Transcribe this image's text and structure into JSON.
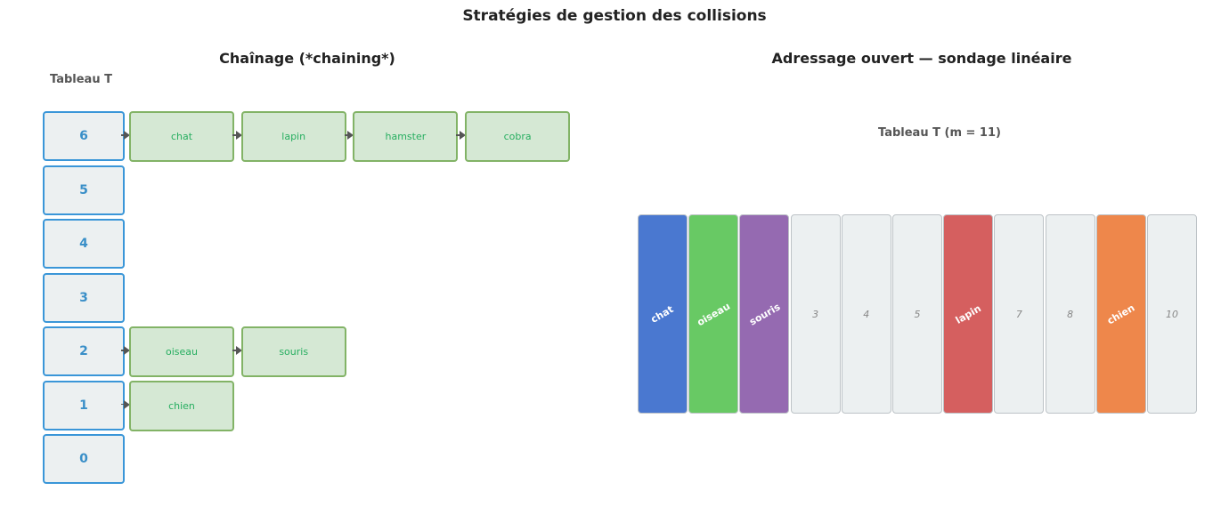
{
  "title": "Stratégies de gestion des collisions",
  "chaining": {
    "title": "Chaînage (*chaining*)",
    "table_label": "Tableau T",
    "slots": [
      {
        "index": "6",
        "chain": [
          "chat",
          "lapin",
          "hamster",
          "cobra"
        ]
      },
      {
        "index": "5",
        "chain": []
      },
      {
        "index": "4",
        "chain": []
      },
      {
        "index": "3",
        "chain": []
      },
      {
        "index": "2",
        "chain": [
          "oiseau",
          "souris"
        ]
      },
      {
        "index": "1",
        "chain": [
          "chien"
        ]
      },
      {
        "index": "0",
        "chain": []
      }
    ]
  },
  "open_addressing": {
    "title": "Adressage ouvert — sondage linéaire",
    "table_label": "Tableau T (m = 11)",
    "cells": [
      {
        "index": "0",
        "key": "chat",
        "color": "#4a78d0"
      },
      {
        "index": "1",
        "key": "oiseau",
        "color": "#68c964"
      },
      {
        "index": "2",
        "key": "souris",
        "color": "#956ab1"
      },
      {
        "index": "3",
        "key": "",
        "color": "#ecf0f1"
      },
      {
        "index": "4",
        "key": "",
        "color": "#ecf0f1"
      },
      {
        "index": "5",
        "key": "",
        "color": "#ecf0f1"
      },
      {
        "index": "6",
        "key": "lapin",
        "color": "#d55f5f"
      },
      {
        "index": "7",
        "key": "",
        "color": "#ecf0f1"
      },
      {
        "index": "8",
        "key": "",
        "color": "#ecf0f1"
      },
      {
        "index": "9",
        "key": "chien",
        "color": "#ee874b"
      },
      {
        "index": "10",
        "key": "",
        "color": "#ecf0f1"
      }
    ]
  }
}
